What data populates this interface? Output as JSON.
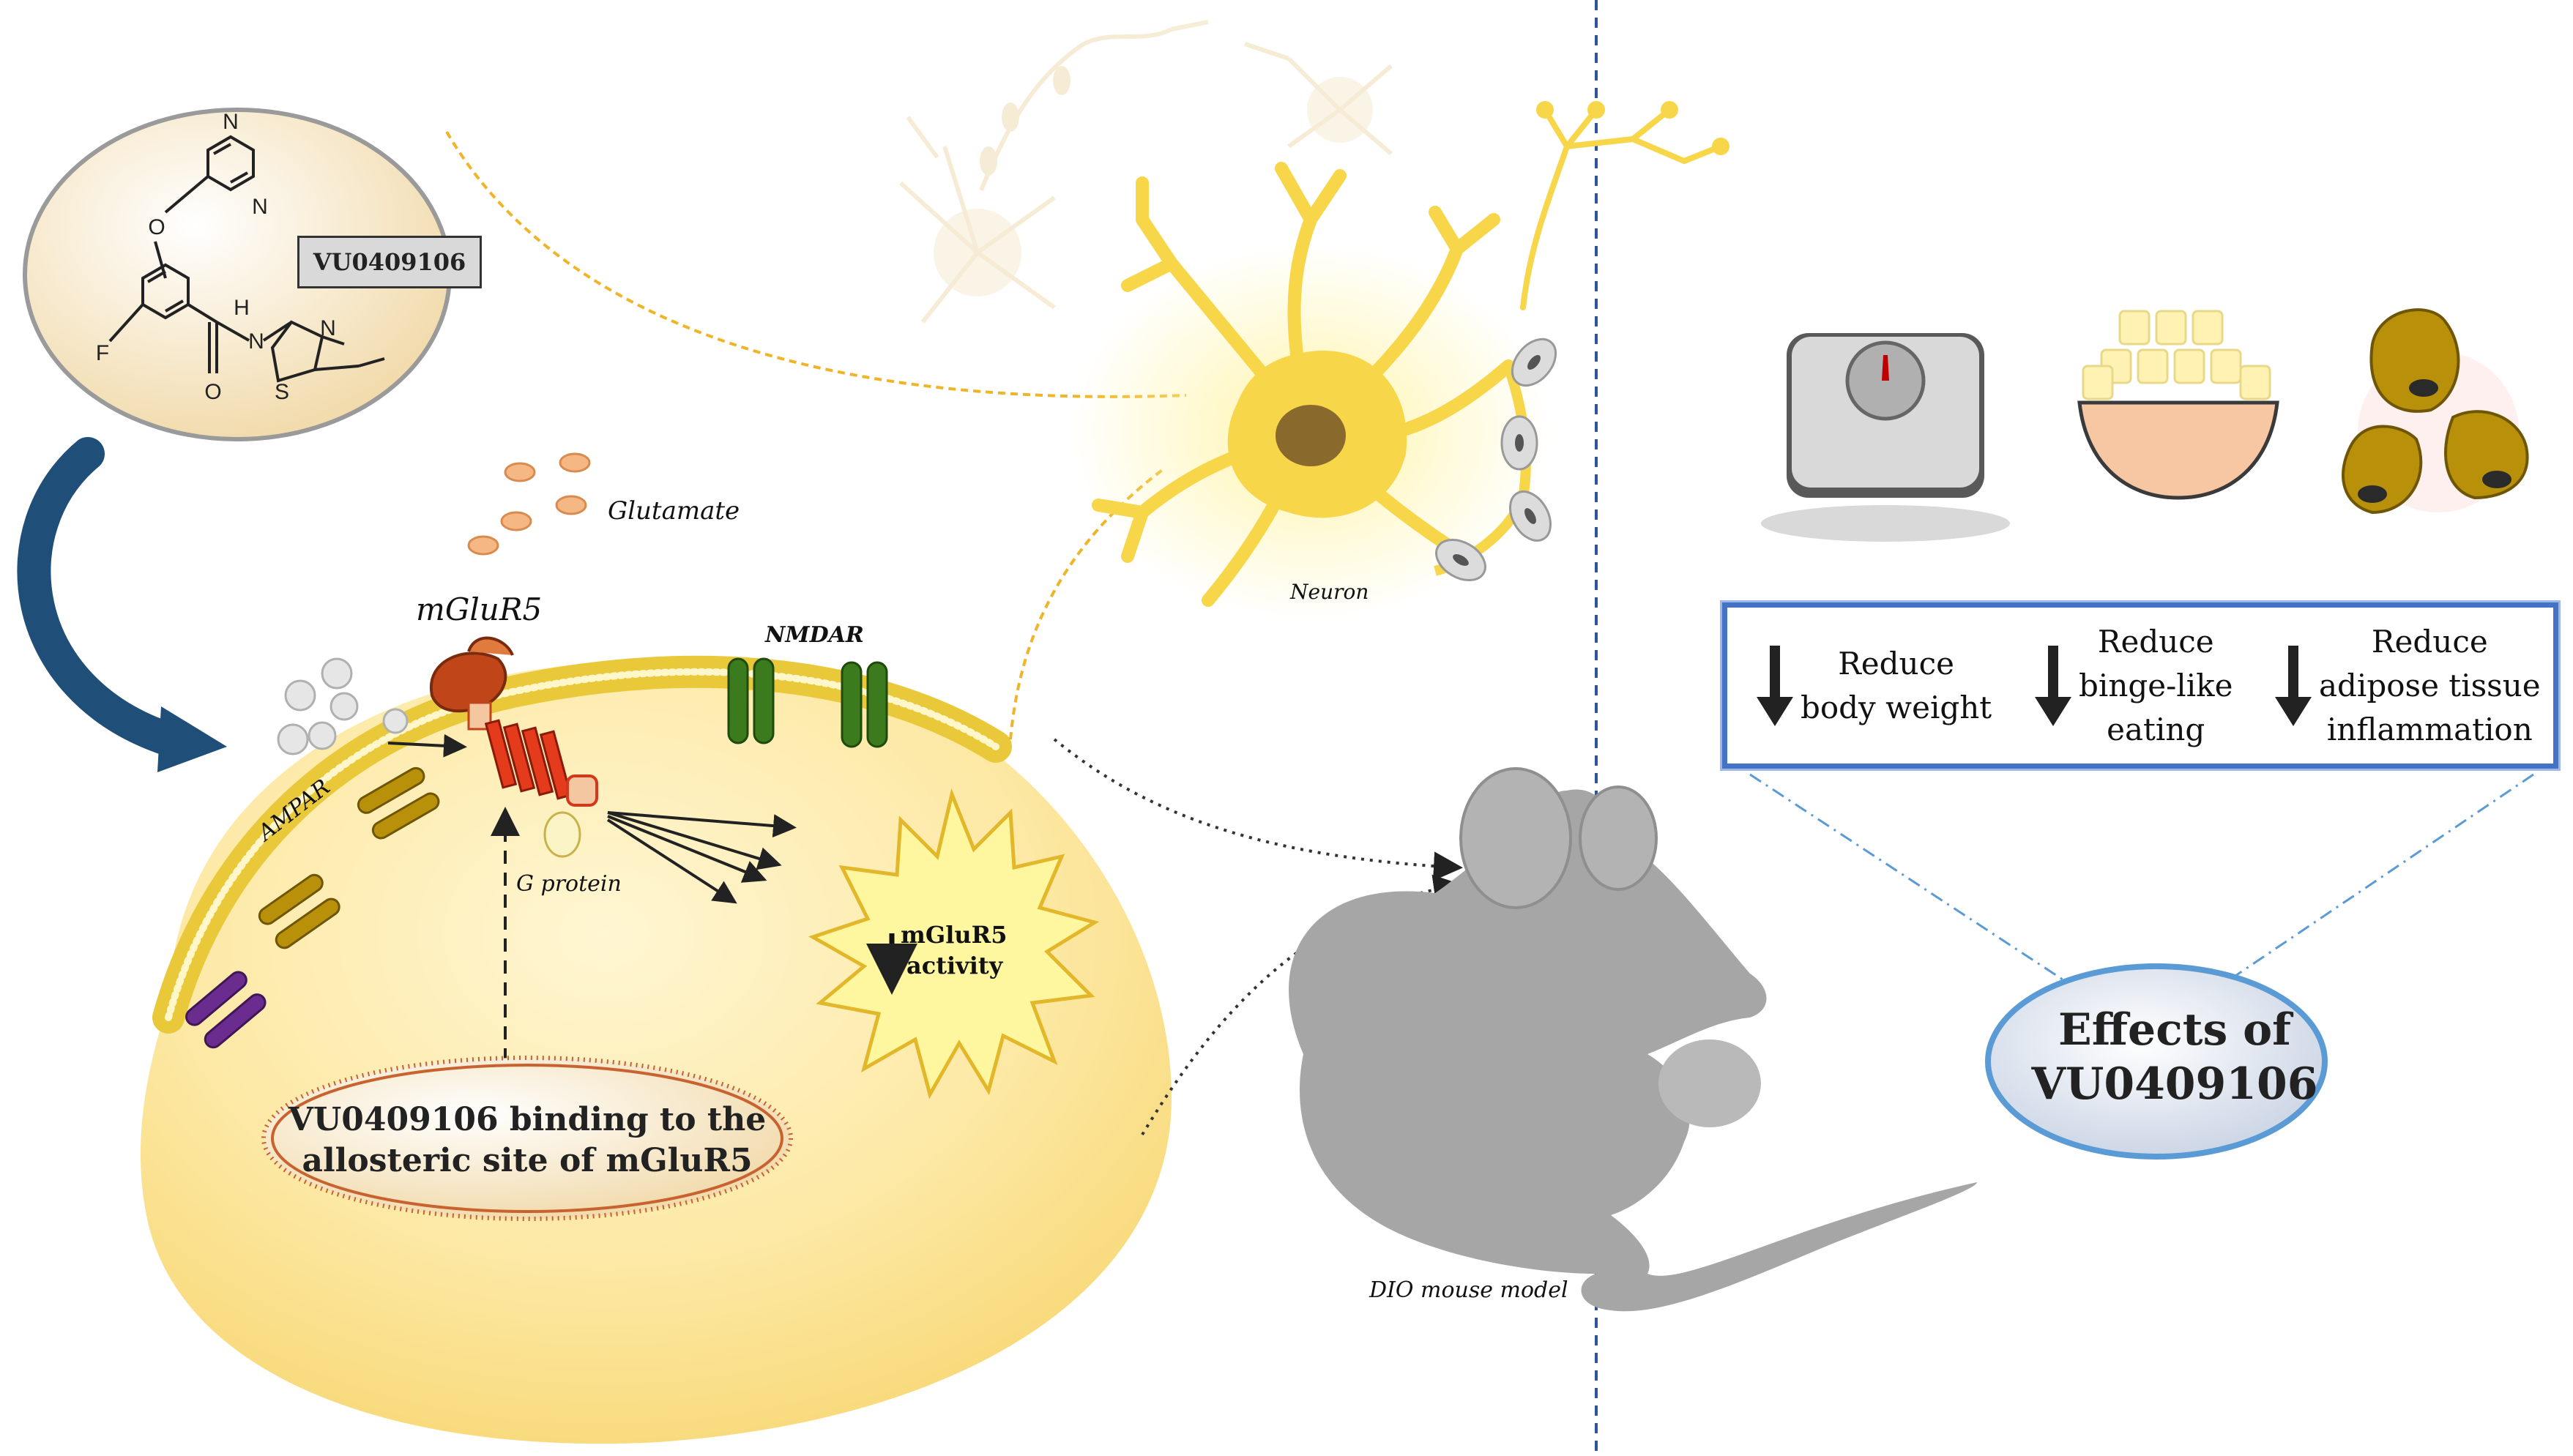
{
  "compound": {
    "name": "VU0409106",
    "atoms": {
      "n1": "N",
      "n2": "N",
      "o": "O",
      "f": "F",
      "nh": "H",
      "n_amide": "N",
      "o_carbonyl": "O",
      "s": "S",
      "n_thiazole": "N"
    }
  },
  "labels": {
    "glutamate": "Glutamate",
    "mglur5": "mGluR5",
    "nmdar": "NMDAR",
    "ampar": "AMPAR",
    "g_protein": "G protein",
    "neuron": "Neuron",
    "mouse_model": "DIO mouse model",
    "activity_line1": "mGluR5",
    "activity_line2": "activity",
    "binding_line1": "VU0409106 binding to the",
    "binding_line2": "allosteric site of mGluR5"
  },
  "effects": [
    {
      "line1": "Reduce",
      "line2": "body weight",
      "line3": ""
    },
    {
      "line1": "Reduce",
      "line2": "binge-like",
      "line3": "eating"
    },
    {
      "line1": "Reduce",
      "line2": "adipose tissue",
      "line3": "inflammation"
    }
  ],
  "effects_title": {
    "line1": "Effects of",
    "line2": "VU0409106"
  },
  "colors": {
    "cell": "#fde9a6",
    "membrane": "#e9c93a",
    "neuron": "#f7d64a",
    "ampar": "#b8900a",
    "ampar_purple": "#6a2c8f",
    "nmdar": "#3c7a1e",
    "receptor": "#d4381c",
    "curved_arrow": "#1f4e79",
    "box_border": "#4472c4",
    "mouse": "#a6a6a6"
  },
  "icons": [
    "scale-icon",
    "food-bowl-icon",
    "adipose-cells-icon",
    "mouse-icon",
    "neuron-icon"
  ]
}
